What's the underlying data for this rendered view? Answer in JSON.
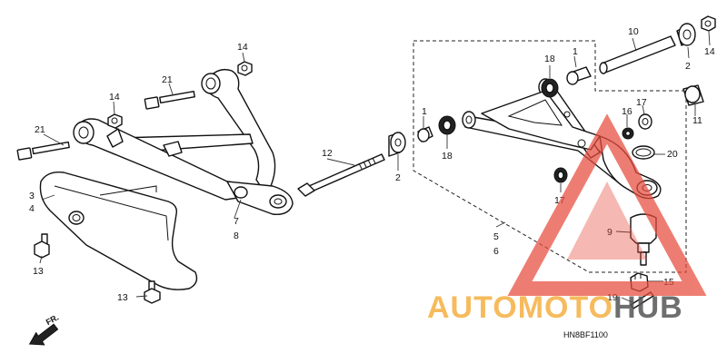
{
  "diagram": {
    "figure_code": "HN8BF1100",
    "front_marker": "FR.",
    "callouts": [
      "1",
      "1",
      "2",
      "2",
      "3",
      "4",
      "5",
      "6",
      "7",
      "8",
      "9",
      "10",
      "11",
      "12",
      "13",
      "13",
      "14",
      "14",
      "14",
      "15",
      "16",
      "17",
      "17",
      "18",
      "18",
      "19",
      "20",
      "21",
      "21"
    ],
    "watermark": {
      "part1": "AUTOMOTO",
      "part2": "HUB",
      "color_part1": "#f5b041",
      "color_part2": "#555555",
      "logo_color": "#e74c3c"
    }
  }
}
